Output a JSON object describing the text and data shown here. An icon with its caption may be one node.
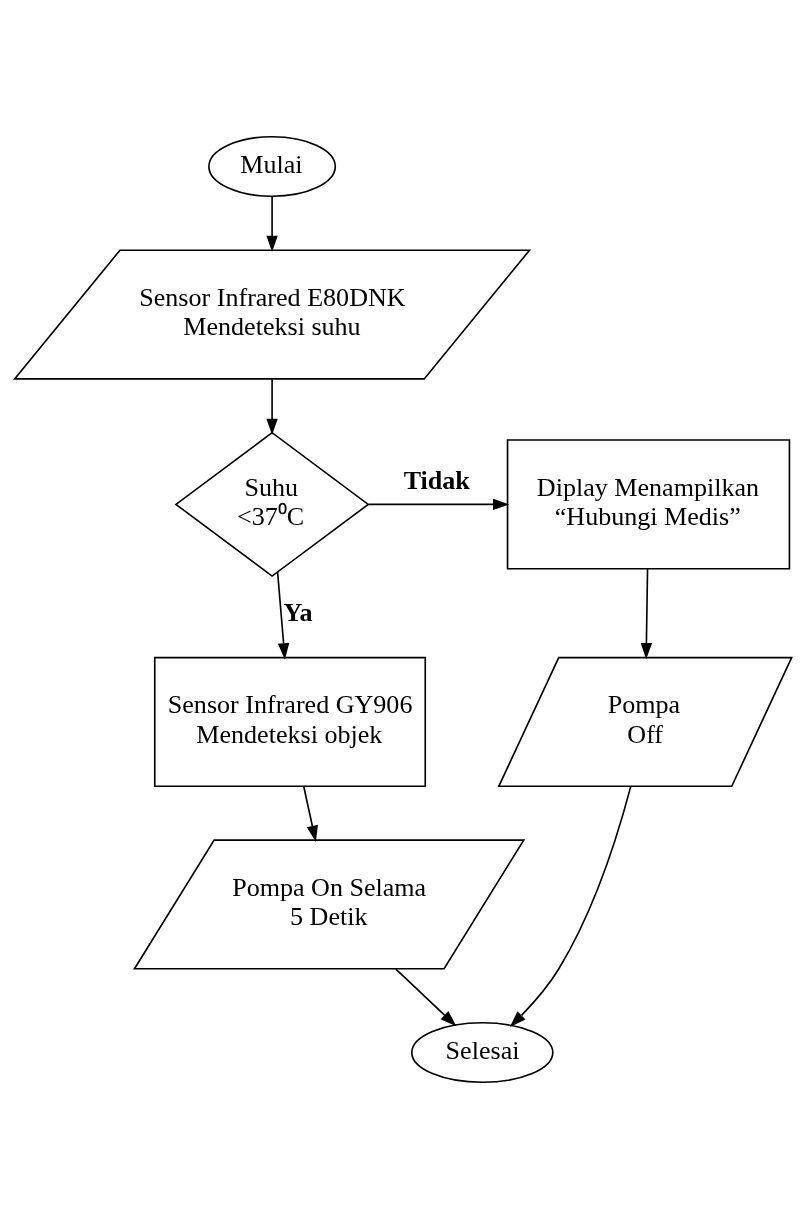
{
  "diagram": {
    "nodes": [
      {
        "text": [
          "Mulai"
        ]
      },
      {
        "text": [
          "Sensor Infrared E80DNK Mendeteksi suhu"
        ]
      },
      {
        "text": [
          "Suhu <37⁰C"
        ]
      },
      {
        "text": [
          "Diplay Menampilkan “Hubungi Medis”"
        ]
      },
      {
        "text": [
          "Pompa Off"
        ]
      },
      {
        "text": [
          "Sensor Infrared GY906 Mendeteksi objek"
        ]
      },
      {
        "text": [
          "Pompa On Selama 5 Detik"
        ]
      },
      {
        "text": [
          "Selesai"
        ]
      }
    ],
    "edges": [
      {
        "from": 0,
        "to": 1,
        "arrow": "to"
      },
      {
        "from": 1,
        "to": 2,
        "arrow": "to"
      },
      {
        "from": 2,
        "to": 3,
        "arrow": "to",
        "label": "Tidak"
      },
      {
        "from": 3,
        "to": 4,
        "arrow": "to"
      },
      {
        "from": 2,
        "to": 5,
        "arrow": "to",
        "label": "Ya"
      },
      {
        "from": 5,
        "to": 6,
        "arrow": "to"
      },
      {
        "from": 6,
        "to": 7,
        "arrow": "to"
      },
      {
        "from": 4,
        "to": 7,
        "arrow": "to"
      }
    ]
  }
}
